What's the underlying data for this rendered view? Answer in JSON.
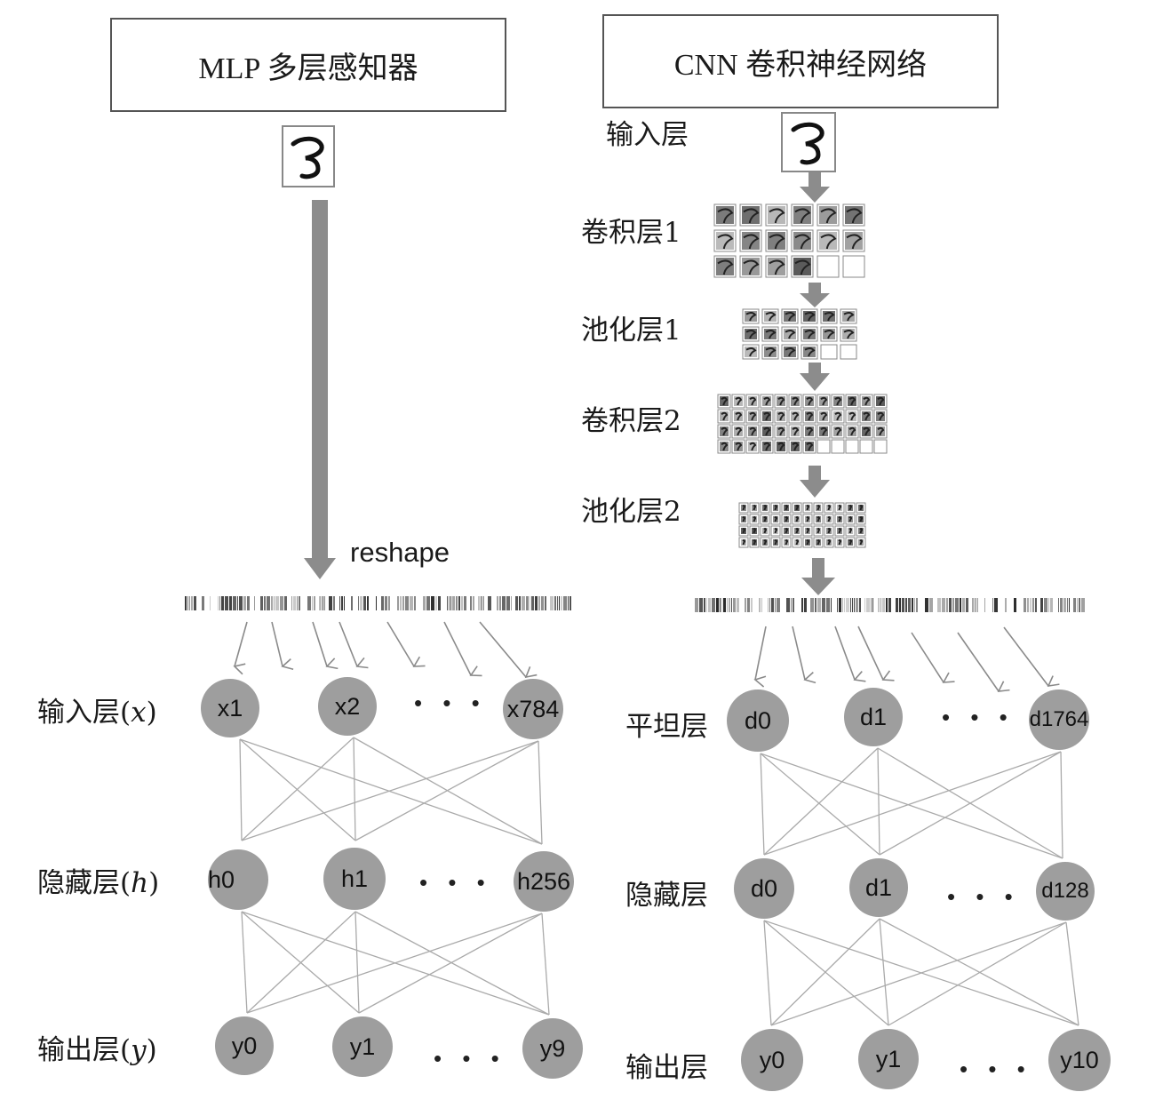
{
  "mlp": {
    "title": "MLP 多层感知器",
    "reshape_label": "reshape",
    "input_label_prefix": "输入层(",
    "input_label_var": "x",
    "input_label_suffix": ")",
    "hidden_label_prefix": "隐藏层(",
    "hidden_label_var": "h",
    "hidden_label_suffix": ")",
    "output_label_prefix": "输出层(",
    "output_label_var": "y",
    "output_label_suffix": ")",
    "input_nodes": [
      "x1",
      "x2",
      "x784"
    ],
    "hidden_nodes": [
      "h0",
      "h1",
      "h256"
    ],
    "output_nodes": [
      "y0",
      "y1",
      "y9"
    ],
    "ellipsis": "• • •"
  },
  "cnn": {
    "title": "CNN 卷积神经网络",
    "input_label": "输入层",
    "conv1_label": "卷积层1",
    "pool1_label": "池化层1",
    "conv2_label": "卷积层2",
    "pool2_label": "池化层2",
    "flatten_label": "平坦层",
    "hidden_label": "隐藏层",
    "output_label": "输出层",
    "flatten_nodes": [
      "d0",
      "d1",
      "d1764"
    ],
    "hidden_nodes": [
      "d0",
      "d1",
      "d128"
    ],
    "output_nodes": [
      "y0",
      "y1",
      "y10"
    ],
    "ellipsis": "• • •"
  }
}
